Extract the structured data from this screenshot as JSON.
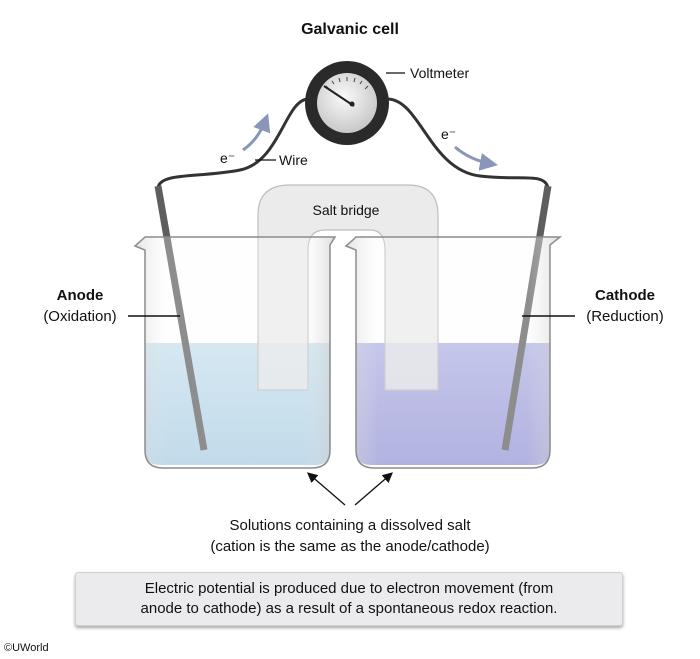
{
  "title": "Galvanic cell",
  "labels": {
    "voltmeter": "Voltmeter",
    "wire": "Wire",
    "electron_left": "e⁻",
    "electron_right": "e⁻",
    "salt_bridge": "Salt bridge",
    "anode": "Anode",
    "anode_sub": "(Oxidation)",
    "cathode": "Cathode",
    "cathode_sub": "(Reduction)",
    "solutions_line1": "Solutions containing a dissolved salt",
    "solutions_line2": "(cation is the same as the anode/cathode)"
  },
  "note": {
    "line1": "Electric potential is produced due to electron movement (from",
    "line2": "anode to cathode) as a result of a spontaneous redox reaction."
  },
  "copyright": "©UWorld",
  "colors": {
    "anode_solution": "#b8d8ea",
    "cathode_solution": "#a3a5de",
    "arrow": "#8a96b8"
  }
}
